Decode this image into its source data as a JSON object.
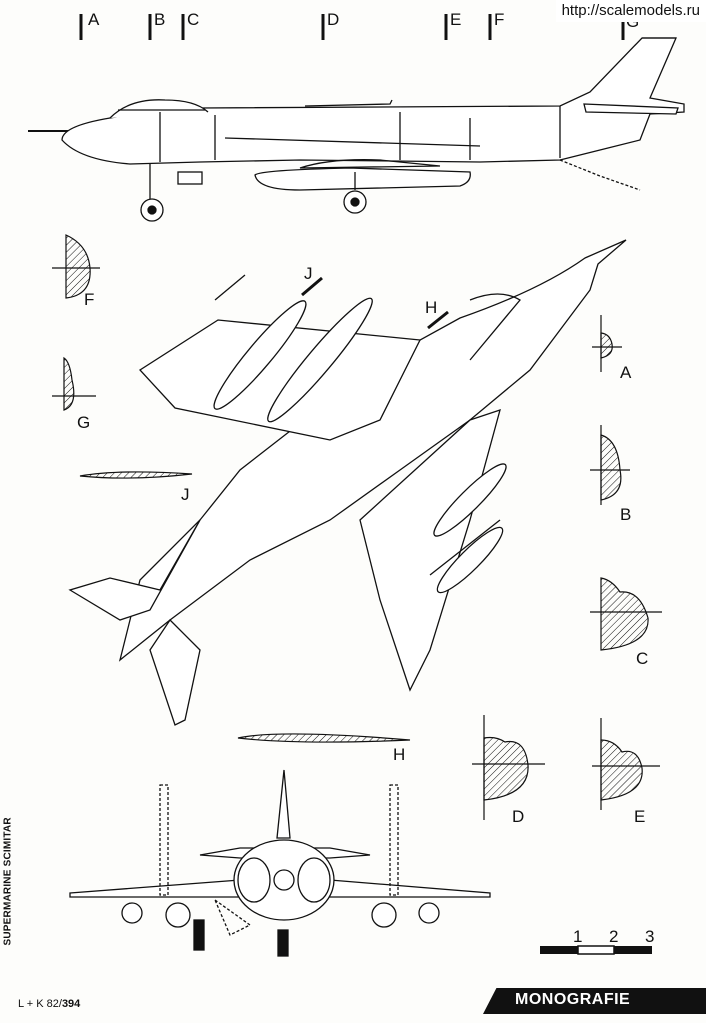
{
  "watermark": "http://scalemodels.ru",
  "station_labels": [
    "A",
    "B",
    "C",
    "D",
    "E",
    "F",
    "G"
  ],
  "section_labels": {
    "F": "F",
    "G": "G",
    "J_top": "J",
    "J_profile": "J",
    "H_top": "H",
    "H_profile": "H",
    "A": "A",
    "B": "B",
    "C": "C",
    "D": "D",
    "E": "E"
  },
  "scale_labels": [
    "1",
    "2",
    "3"
  ],
  "title_vertical": "SUPERMARINE SCIMITAR",
  "reference": {
    "prefix": "L + K 82/",
    "number": "394"
  },
  "brand_label": "MONOGRAFIE",
  "colors": {
    "ink": "#111111",
    "paper": "#fdfdfb"
  }
}
